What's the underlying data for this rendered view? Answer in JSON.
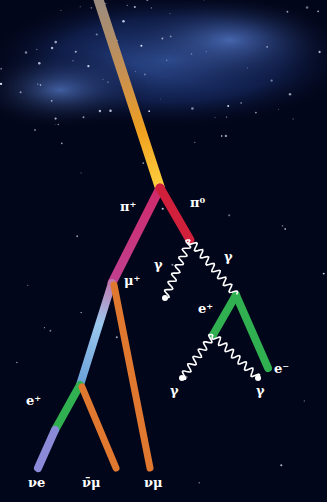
{
  "diagram": {
    "labels": [
      "π⁺",
      "π⁰",
      "γ",
      "γ",
      "μ⁺",
      "e⁺",
      "e⁻",
      "γ",
      "γ",
      "e⁺",
      "νe",
      "ν̄μ",
      "νμ"
    ]
  }
}
